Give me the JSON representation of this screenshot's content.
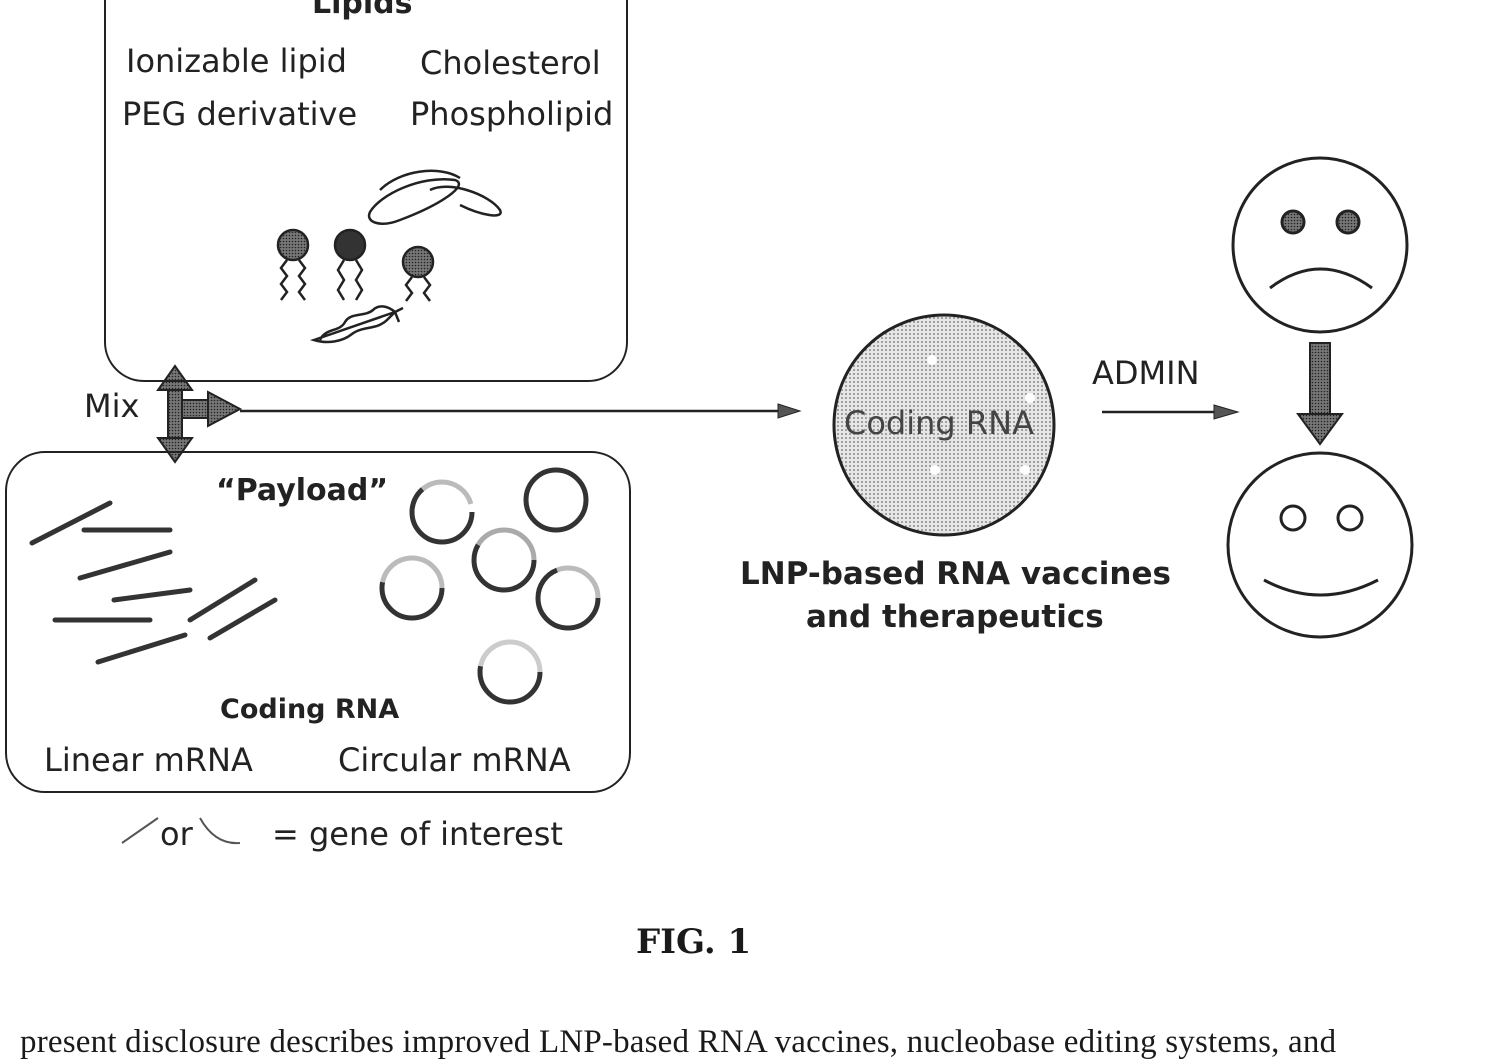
{
  "lipids": {
    "title": "Lipids",
    "items": [
      "Ionizable lipid",
      "Cholesterol",
      "PEG derivative",
      "Phospholipid"
    ]
  },
  "mix_label": "Mix",
  "payload": {
    "title": "“Payload”",
    "coding_label": "Coding RNA",
    "linear_label": "Linear mRNA",
    "circular_label": "Circular mRNA"
  },
  "legend": {
    "or": "or",
    "text": "= gene of interest"
  },
  "lnp": {
    "particle_label": "Coding RNA",
    "caption_line1": "LNP-based RNA vaccines",
    "caption_line2": "and therapeutics"
  },
  "admin_label": "ADMIN",
  "figure_label": "FIG. 1",
  "body_text": "present disclosure describes improved LNP-based RNA vaccines, nucleobase editing systems, and"
}
